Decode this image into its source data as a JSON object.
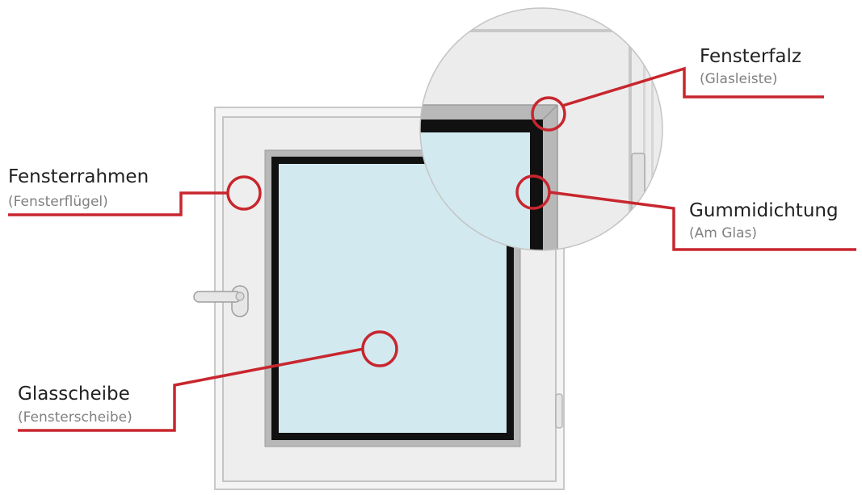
{
  "labels": {
    "fensterrahmen": {
      "title": "Fensterrahmen",
      "subtitle": "(Fensterflügel)"
    },
    "glasscheibe": {
      "title": "Glasscheibe",
      "subtitle": "(Fensterscheibe)"
    },
    "fensterfalz": {
      "title": "Fensterfalz",
      "subtitle": "(Glasleiste)"
    },
    "gummidichtung": {
      "title": "Gummidichtung",
      "subtitle": "(Am Glas)"
    }
  },
  "colors": {
    "callout": "#c8262e",
    "glass": "#d2e9f0",
    "frame": "#eeeeee",
    "frame_outline": "#c4c4c4",
    "glazing_bead": "#b8b8b8",
    "seal": "#111111",
    "text_main": "#222222",
    "text_sub": "#808080"
  },
  "icons": {
    "handle": "window-handle-icon",
    "hinge": "hinge-icon"
  }
}
